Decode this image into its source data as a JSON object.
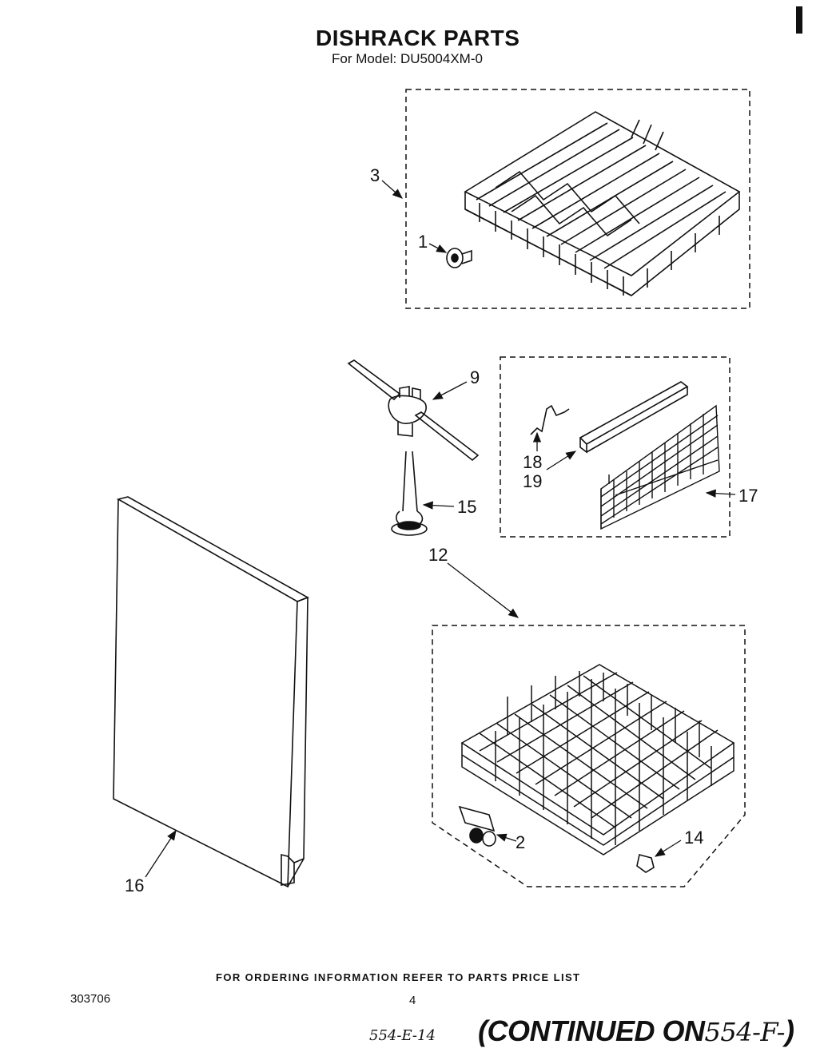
{
  "header": {
    "title": "DISHRACK PARTS",
    "subtitle": "For Model: DU5004XM-0"
  },
  "callouts": {
    "c1": "1",
    "c2": "2",
    "c3": "3",
    "c9": "9",
    "c12": "12",
    "c14": "14",
    "c15": "15",
    "c16": "16",
    "c17": "17",
    "c18": "18",
    "c19": "19"
  },
  "footer": {
    "ordering_note": "FOR ORDERING INFORMATION REFER TO PARTS PRICE LIST",
    "document_number": "303706",
    "page_number": "4",
    "handwritten_note": "554-E-14",
    "continued_prefix": "(CONTINUED ON",
    "continued_ref": "554-F-",
    "continued_suffix": ")"
  }
}
